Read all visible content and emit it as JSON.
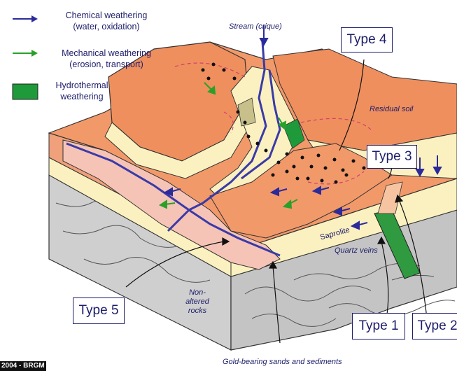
{
  "legend": {
    "chemical": {
      "line1": "Chemical weathering",
      "line2": "(water, oxidation)",
      "color": "#2b2b9a"
    },
    "mechanical": {
      "line1": "Mechanical weathering",
      "line2": "(erosion, transport)",
      "color": "#2aa02a"
    },
    "hydrothermal": {
      "line1": "Hydrothermal",
      "line2": "weathering",
      "color": "#1f9a3a"
    }
  },
  "labels": {
    "stream": "Stream (crique)",
    "residual_soil": "Residual soil",
    "saprolite": "Saprolite",
    "quartz_veins": "Quartz veins",
    "non_altered_1": "Non-",
    "non_altered_2": "altered",
    "non_altered_3": "rocks",
    "gold_sands": "Gold-bearing sands and sediments"
  },
  "types": {
    "type1": "Type 1",
    "type2": "Type 2",
    "type3": "Type 3",
    "type4": "Type 4",
    "type5": "Type 5"
  },
  "copyright": "2004 - BRGM",
  "colors": {
    "soil": "#f2996a",
    "soil_dark": "#c8643a",
    "soil_side": "#e07b4a",
    "saprolite": "#fff6c8",
    "alluvium": "#f6c4b6",
    "bedrock": "#c9c9c9",
    "stream": "#3a3aa8"
  }
}
